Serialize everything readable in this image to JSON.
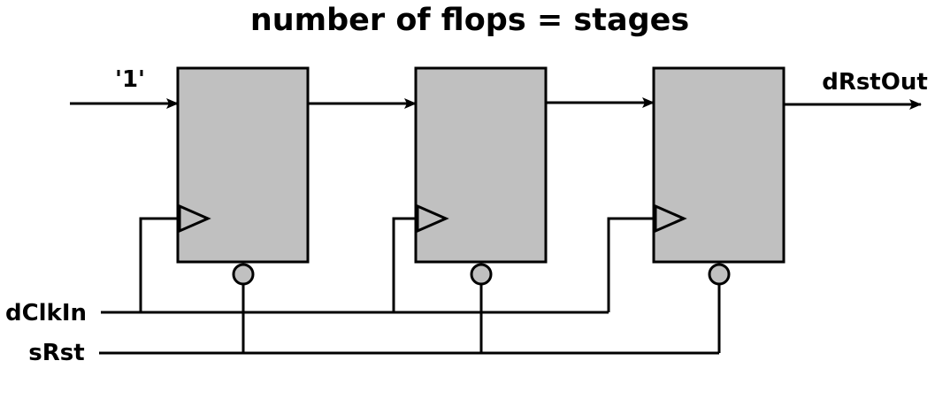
{
  "title": "number of flops = stages",
  "labels": {
    "input_constant": "'1'",
    "output": "dRstOut",
    "clock": "dClkIn",
    "reset": "sRst"
  },
  "flops": [
    {
      "id": "stage-1"
    },
    {
      "id": "stage-2"
    },
    {
      "id": "stage-3"
    }
  ],
  "colors": {
    "block_fill": "#c0c0c0",
    "line": "#000000",
    "background": "#ffffff"
  }
}
